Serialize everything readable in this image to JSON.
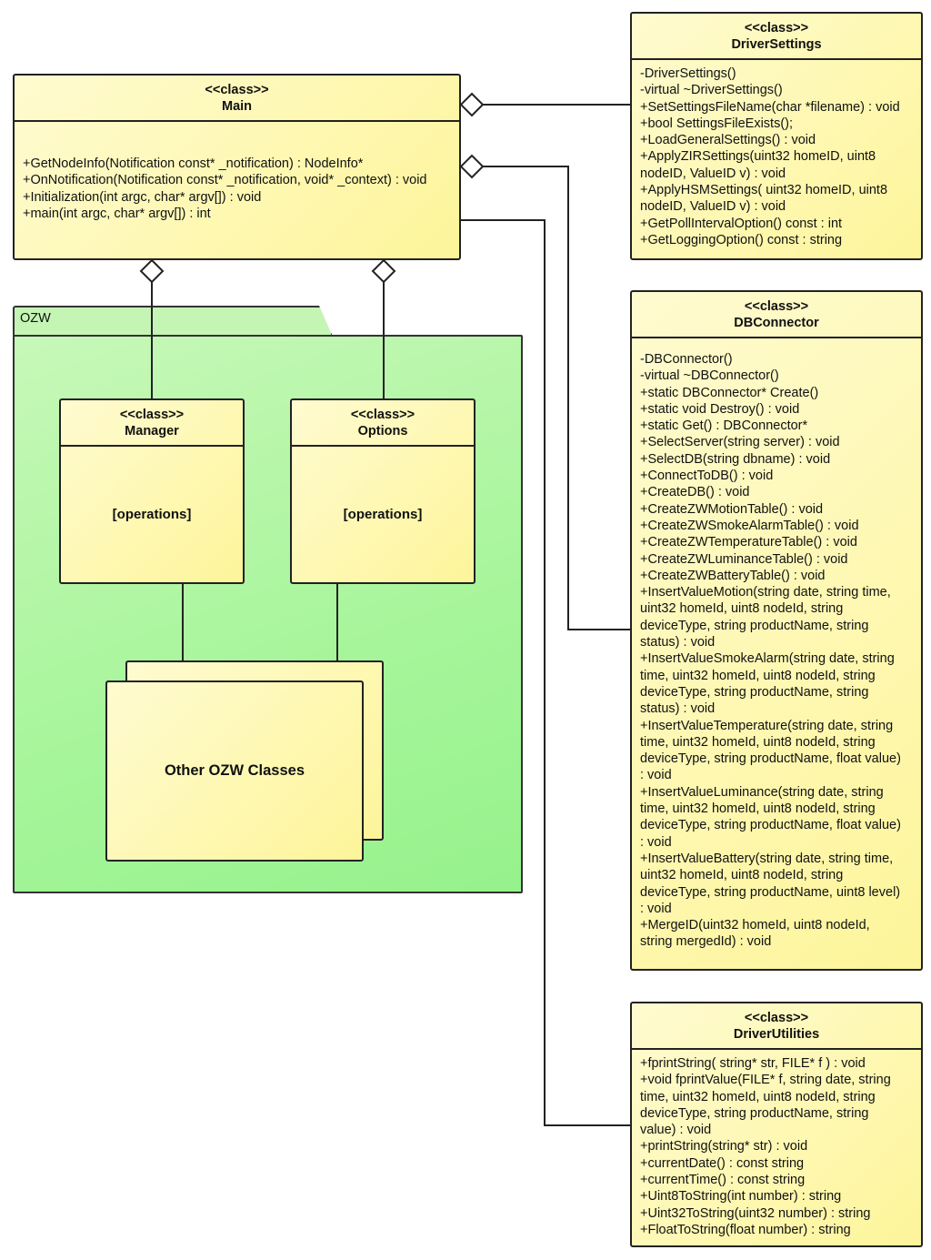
{
  "main": {
    "stereotype": "<<class>>",
    "name": "Main",
    "operations": [
      "+GetNodeInfo(Notification const* _notification) : NodeInfo*",
      "+OnNotification(Notification const* _notification, void* _context) : void",
      "+Initialization(int argc, char* argv[]) : void",
      "+main(int argc, char* argv[]) : int"
    ]
  },
  "driver_settings": {
    "stereotype": "<<class>>",
    "name": "DriverSettings",
    "operations": [
      "-DriverSettings()",
      "-virtual ~DriverSettings()",
      "+SetSettingsFileName(char *filename) : void",
      "+bool SettingsFileExists();",
      "+LoadGeneralSettings() : void",
      "+ApplyZIRSettings(uint32 homeID, uint8",
      "nodeID, ValueID v) : void",
      "+ApplyHSMSettings( uint32 homeID, uint8",
      "nodeID, ValueID v) : void",
      "+GetPollIntervalOption() const : int",
      "+GetLoggingOption() const : string"
    ]
  },
  "db_connector": {
    "stereotype": "<<class>>",
    "name": "DBConnector",
    "operations": [
      "-DBConnector()",
      "-virtual ~DBConnector()",
      "+static DBConnector* Create()",
      "+static void Destroy() : void",
      "+static Get() : DBConnector*",
      "+SelectServer(string server) : void",
      "+SelectDB(string dbname) : void",
      "+ConnectToDB() : void",
      "+CreateDB() : void",
      "+CreateZWMotionTable() : void",
      "+CreateZWSmokeAlarmTable() : void",
      "+CreateZWTemperatureTable() : void",
      "+CreateZWLuminanceTable() : void",
      "+CreateZWBatteryTable() : void",
      "+InsertValueMotion(string date, string time,",
      "uint32 homeId, uint8 nodeId, string",
      "deviceType, string productName, string",
      "status) : void",
      "+InsertValueSmokeAlarm(string date, string",
      "time, uint32 homeId, uint8 nodeId, string",
      "deviceType, string productName, string",
      "status) : void",
      "+InsertValueTemperature(string date, string",
      "time, uint32 homeId, uint8 nodeId, string",
      "deviceType, string productName, float value)",
      ": void",
      "+InsertValueLuminance(string date, string",
      "time, uint32 homeId, uint8 nodeId, string",
      "deviceType, string productName, float value)",
      ": void",
      "+InsertValueBattery(string date, string time,",
      "uint32 homeId, uint8 nodeId, string",
      "deviceType, string productName, uint8 level)",
      ": void",
      "+MergeID(uint32 homeId, uint8 nodeId,",
      "string mergedId) : void"
    ]
  },
  "driver_utilities": {
    "stereotype": "<<class>>",
    "name": "DriverUtilities",
    "operations": [
      "+fprintString( string* str, FILE* f ) : void",
      "+void fprintValue(FILE* f, string date, string",
      "time, uint32 homeId, uint8 nodeId, string",
      "deviceType, string productName, string",
      "value) : void",
      "+printString(string* str) : void",
      "+currentDate() : const string",
      "+currentTime() : const string",
      "+Uint8ToString(int number) : string",
      "+Uint32ToString(uint32 number) : string",
      "+FloatToString(float number) : string"
    ]
  },
  "ozw_package": {
    "name": "OZW",
    "manager": {
      "stereotype": "<<class>>",
      "name": "Manager",
      "body": "[operations]"
    },
    "options": {
      "stereotype": "<<class>>",
      "name": "Options",
      "body": "[operations]"
    },
    "other": {
      "label": "Other OZW Classes"
    }
  }
}
